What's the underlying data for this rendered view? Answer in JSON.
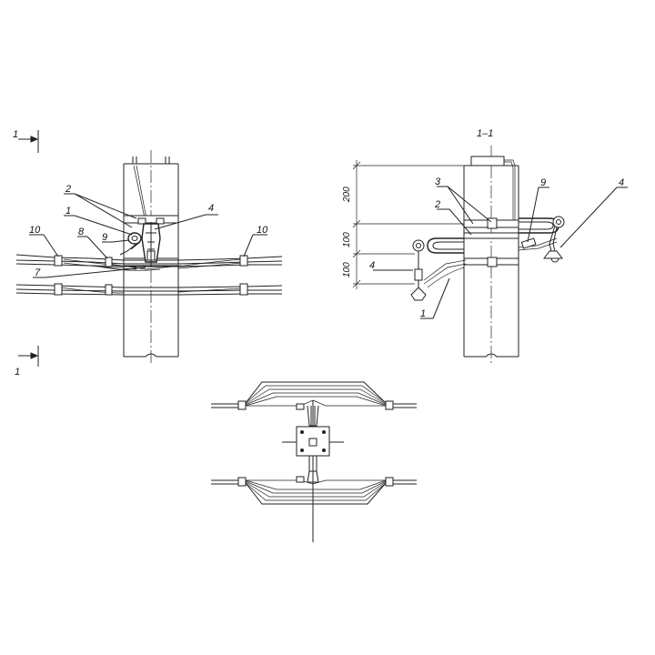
{
  "left_view": {
    "section_mark_top": "1",
    "section_mark_bottom": "1",
    "callouts": {
      "c2": "2",
      "c1": "1",
      "c4": "4",
      "c9": "9",
      "c8": "8",
      "c10_left": "10",
      "c10_right": "10",
      "c7": "7"
    }
  },
  "section_view": {
    "title": "1–1",
    "dimensions": [
      "200",
      "100",
      "100"
    ],
    "callouts": {
      "c3": "3",
      "c2": "2",
      "c9": "9",
      "c4_right": "4",
      "c4_left": "4",
      "c1": "1"
    }
  },
  "colors": {
    "line": "#222222",
    "background": "#ffffff"
  }
}
